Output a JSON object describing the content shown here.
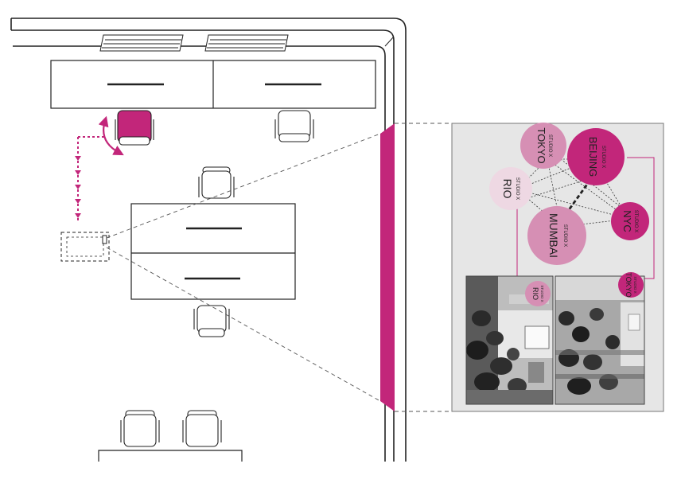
{
  "colors": {
    "accent": "#c2267a",
    "accent_light": "#d68fb4",
    "accent_pale": "#e9c6d8",
    "panel_bg": "#e6e6e6",
    "line": "#222222",
    "desk_fill": "#ffffff"
  },
  "hub": {
    "nodes": [
      {
        "id": "tokyo",
        "prefix": "STUDIO X",
        "city": "TOKYO"
      },
      {
        "id": "beijing",
        "prefix": "STUDIO X",
        "city": "BEIJING"
      },
      {
        "id": "rio",
        "prefix": "STUDIO X",
        "city": "RIO"
      },
      {
        "id": "nyc",
        "prefix": "STUDIO X",
        "city": "NYC"
      },
      {
        "id": "mumbai",
        "prefix": "STUDIO X",
        "city": "MUMBAI"
      }
    ],
    "feeds": [
      {
        "id": "rio-feed",
        "prefix": "STUDIO X",
        "city": "RIO"
      },
      {
        "id": "tokyo-feed",
        "prefix": "STUDIO X",
        "city": "TOKYO"
      }
    ]
  },
  "icons": {
    "chair": "office-chair-icon",
    "camera": "camera-icon"
  }
}
